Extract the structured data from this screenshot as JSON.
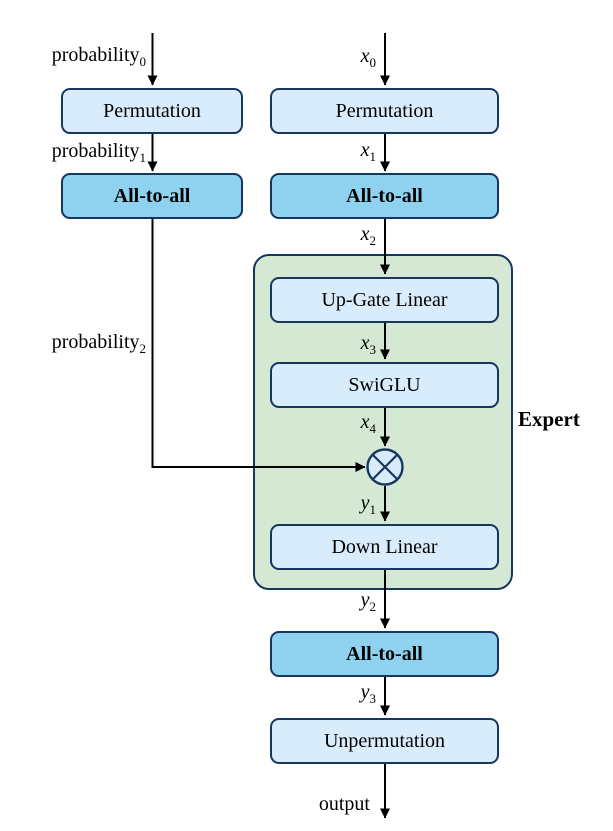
{
  "diagram": {
    "boxes": {
      "perm_left": "Permutation",
      "perm_right": "Permutation",
      "a2a_left": "All-to-all",
      "a2a_right_top": "All-to-all",
      "up_gate": "Up-Gate Linear",
      "swiglu": "SwiGLU",
      "down_linear": "Down Linear",
      "a2a_right_bottom": "All-to-all",
      "unperm": "Unpermutation"
    },
    "expert_label": "Expert",
    "labels": {
      "prob0": {
        "base": "probability",
        "sub": "0"
      },
      "prob1": {
        "base": "probability",
        "sub": "1"
      },
      "prob2": {
        "base": "probability",
        "sub": "2"
      },
      "x0": {
        "base": "x",
        "sub": "0"
      },
      "x1": {
        "base": "x",
        "sub": "1"
      },
      "x2": {
        "base": "x",
        "sub": "2"
      },
      "x3": {
        "base": "x",
        "sub": "3"
      },
      "x4": {
        "base": "x",
        "sub": "4"
      },
      "y1": {
        "base": "y",
        "sub": "1"
      },
      "y2": {
        "base": "y",
        "sub": "2"
      },
      "y3": {
        "base": "y",
        "sub": "3"
      },
      "output": {
        "base": "output",
        "sub": ""
      }
    },
    "operator": "multiply",
    "colors": {
      "box_light_fill": "#d9ecfb",
      "box_medium_fill": "#8fd2f0",
      "expert_fill": "#d5e8d4",
      "border": "#17375e",
      "arrow": "#000000"
    }
  }
}
